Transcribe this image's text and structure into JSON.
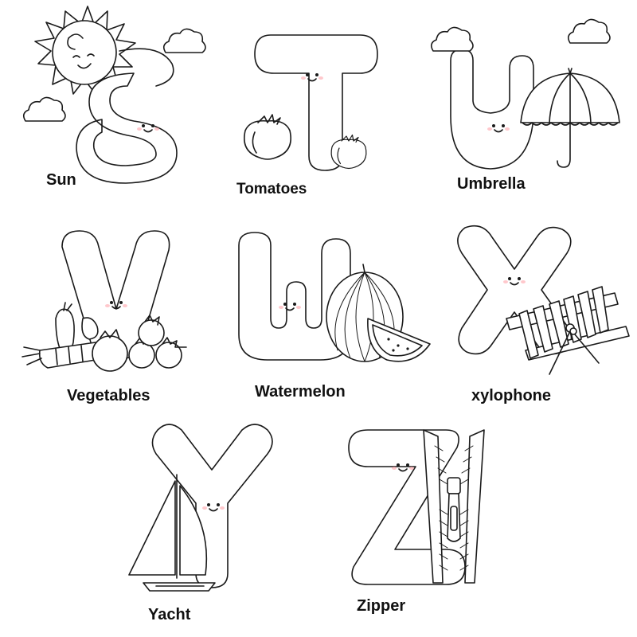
{
  "cards": [
    {
      "word": "Sun"
    },
    {
      "word": "Tomatoes"
    },
    {
      "word": "Umbrella"
    },
    {
      "word": "Vegetables"
    },
    {
      "word": "Watermelon"
    },
    {
      "word": "xylophone"
    },
    {
      "word": "Yacht"
    },
    {
      "word": "Zipper"
    }
  ],
  "colors": {
    "line": "#1a1a1a",
    "background": "#ffffff"
  }
}
